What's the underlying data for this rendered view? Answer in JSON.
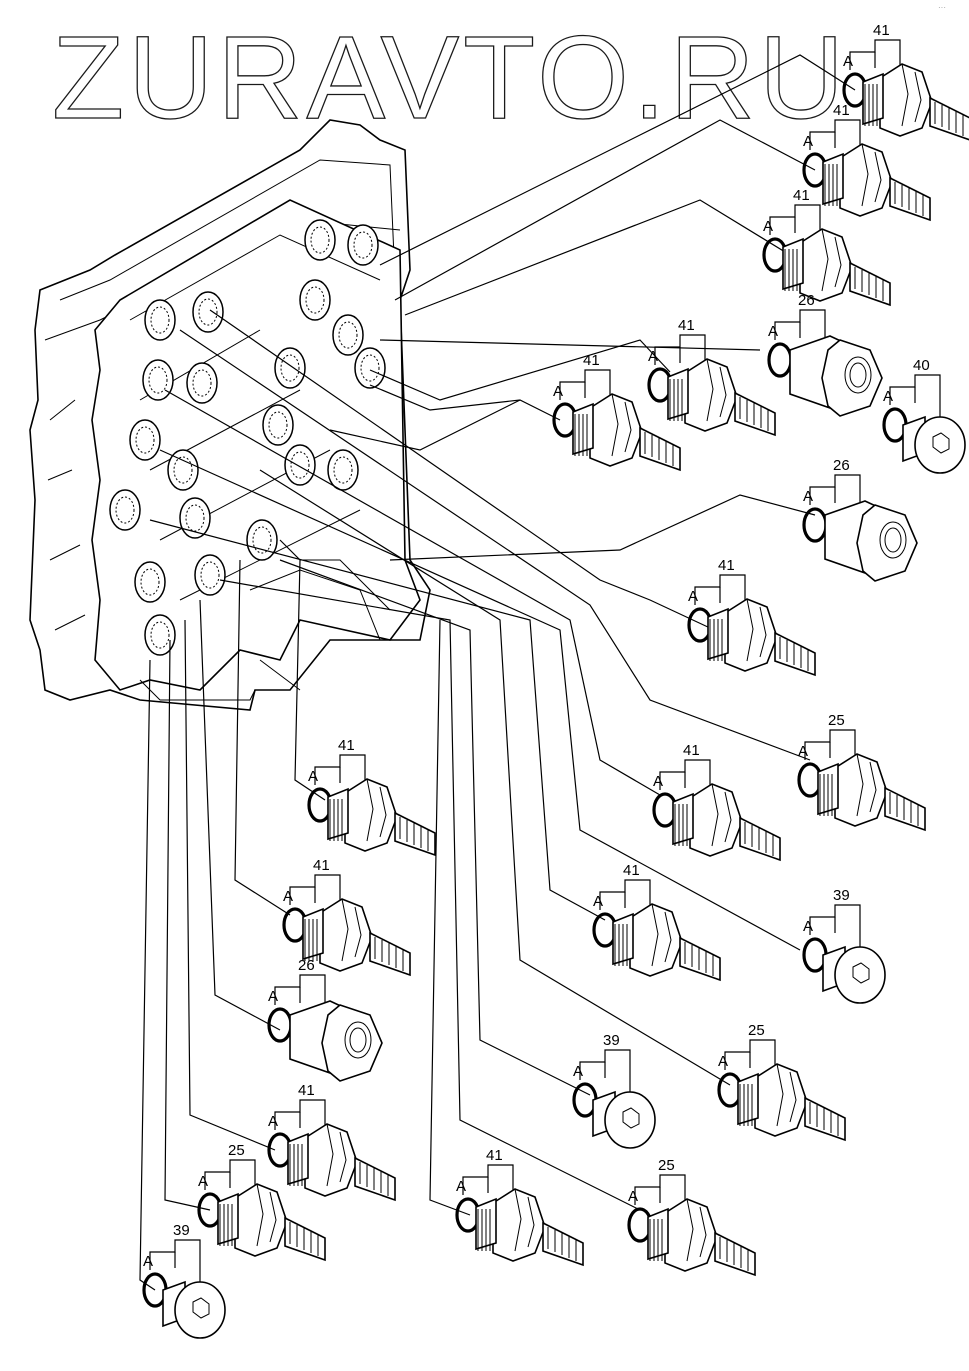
{
  "watermark": "ZURAVTO.RU",
  "corner_mark": "···",
  "ring_label": "A",
  "callouts": [
    {
      "id": "c1",
      "part": "41",
      "type": "fitting"
    },
    {
      "id": "c2",
      "part": "41",
      "type": "fitting"
    },
    {
      "id": "c3",
      "part": "41",
      "type": "fitting"
    },
    {
      "id": "c4",
      "part": "41",
      "type": "fitting"
    },
    {
      "id": "c5",
      "part": "41",
      "type": "fitting"
    },
    {
      "id": "c6",
      "part": "26",
      "type": "adapter"
    },
    {
      "id": "c7",
      "part": "40",
      "type": "plug"
    },
    {
      "id": "c8",
      "part": "26",
      "type": "adapter"
    },
    {
      "id": "c9",
      "part": "41",
      "type": "fitting"
    },
    {
      "id": "c10",
      "part": "25",
      "type": "fitting"
    },
    {
      "id": "c11",
      "part": "41",
      "type": "fitting"
    },
    {
      "id": "c12",
      "part": "41",
      "type": "fitting"
    },
    {
      "id": "c13",
      "part": "39",
      "type": "plug"
    },
    {
      "id": "c14",
      "part": "41",
      "type": "fitting"
    },
    {
      "id": "c15",
      "part": "41",
      "type": "fitting"
    },
    {
      "id": "c16",
      "part": "25",
      "type": "fitting"
    },
    {
      "id": "c17",
      "part": "26",
      "type": "adapter"
    },
    {
      "id": "c18",
      "part": "39",
      "type": "plug"
    },
    {
      "id": "c19",
      "part": "41",
      "type": "fitting"
    },
    {
      "id": "c20",
      "part": "41",
      "type": "fitting"
    },
    {
      "id": "c21",
      "part": "25",
      "type": "fitting"
    },
    {
      "id": "c22",
      "part": "25",
      "type": "fitting"
    },
    {
      "id": "c23",
      "part": "39",
      "type": "plug"
    }
  ]
}
